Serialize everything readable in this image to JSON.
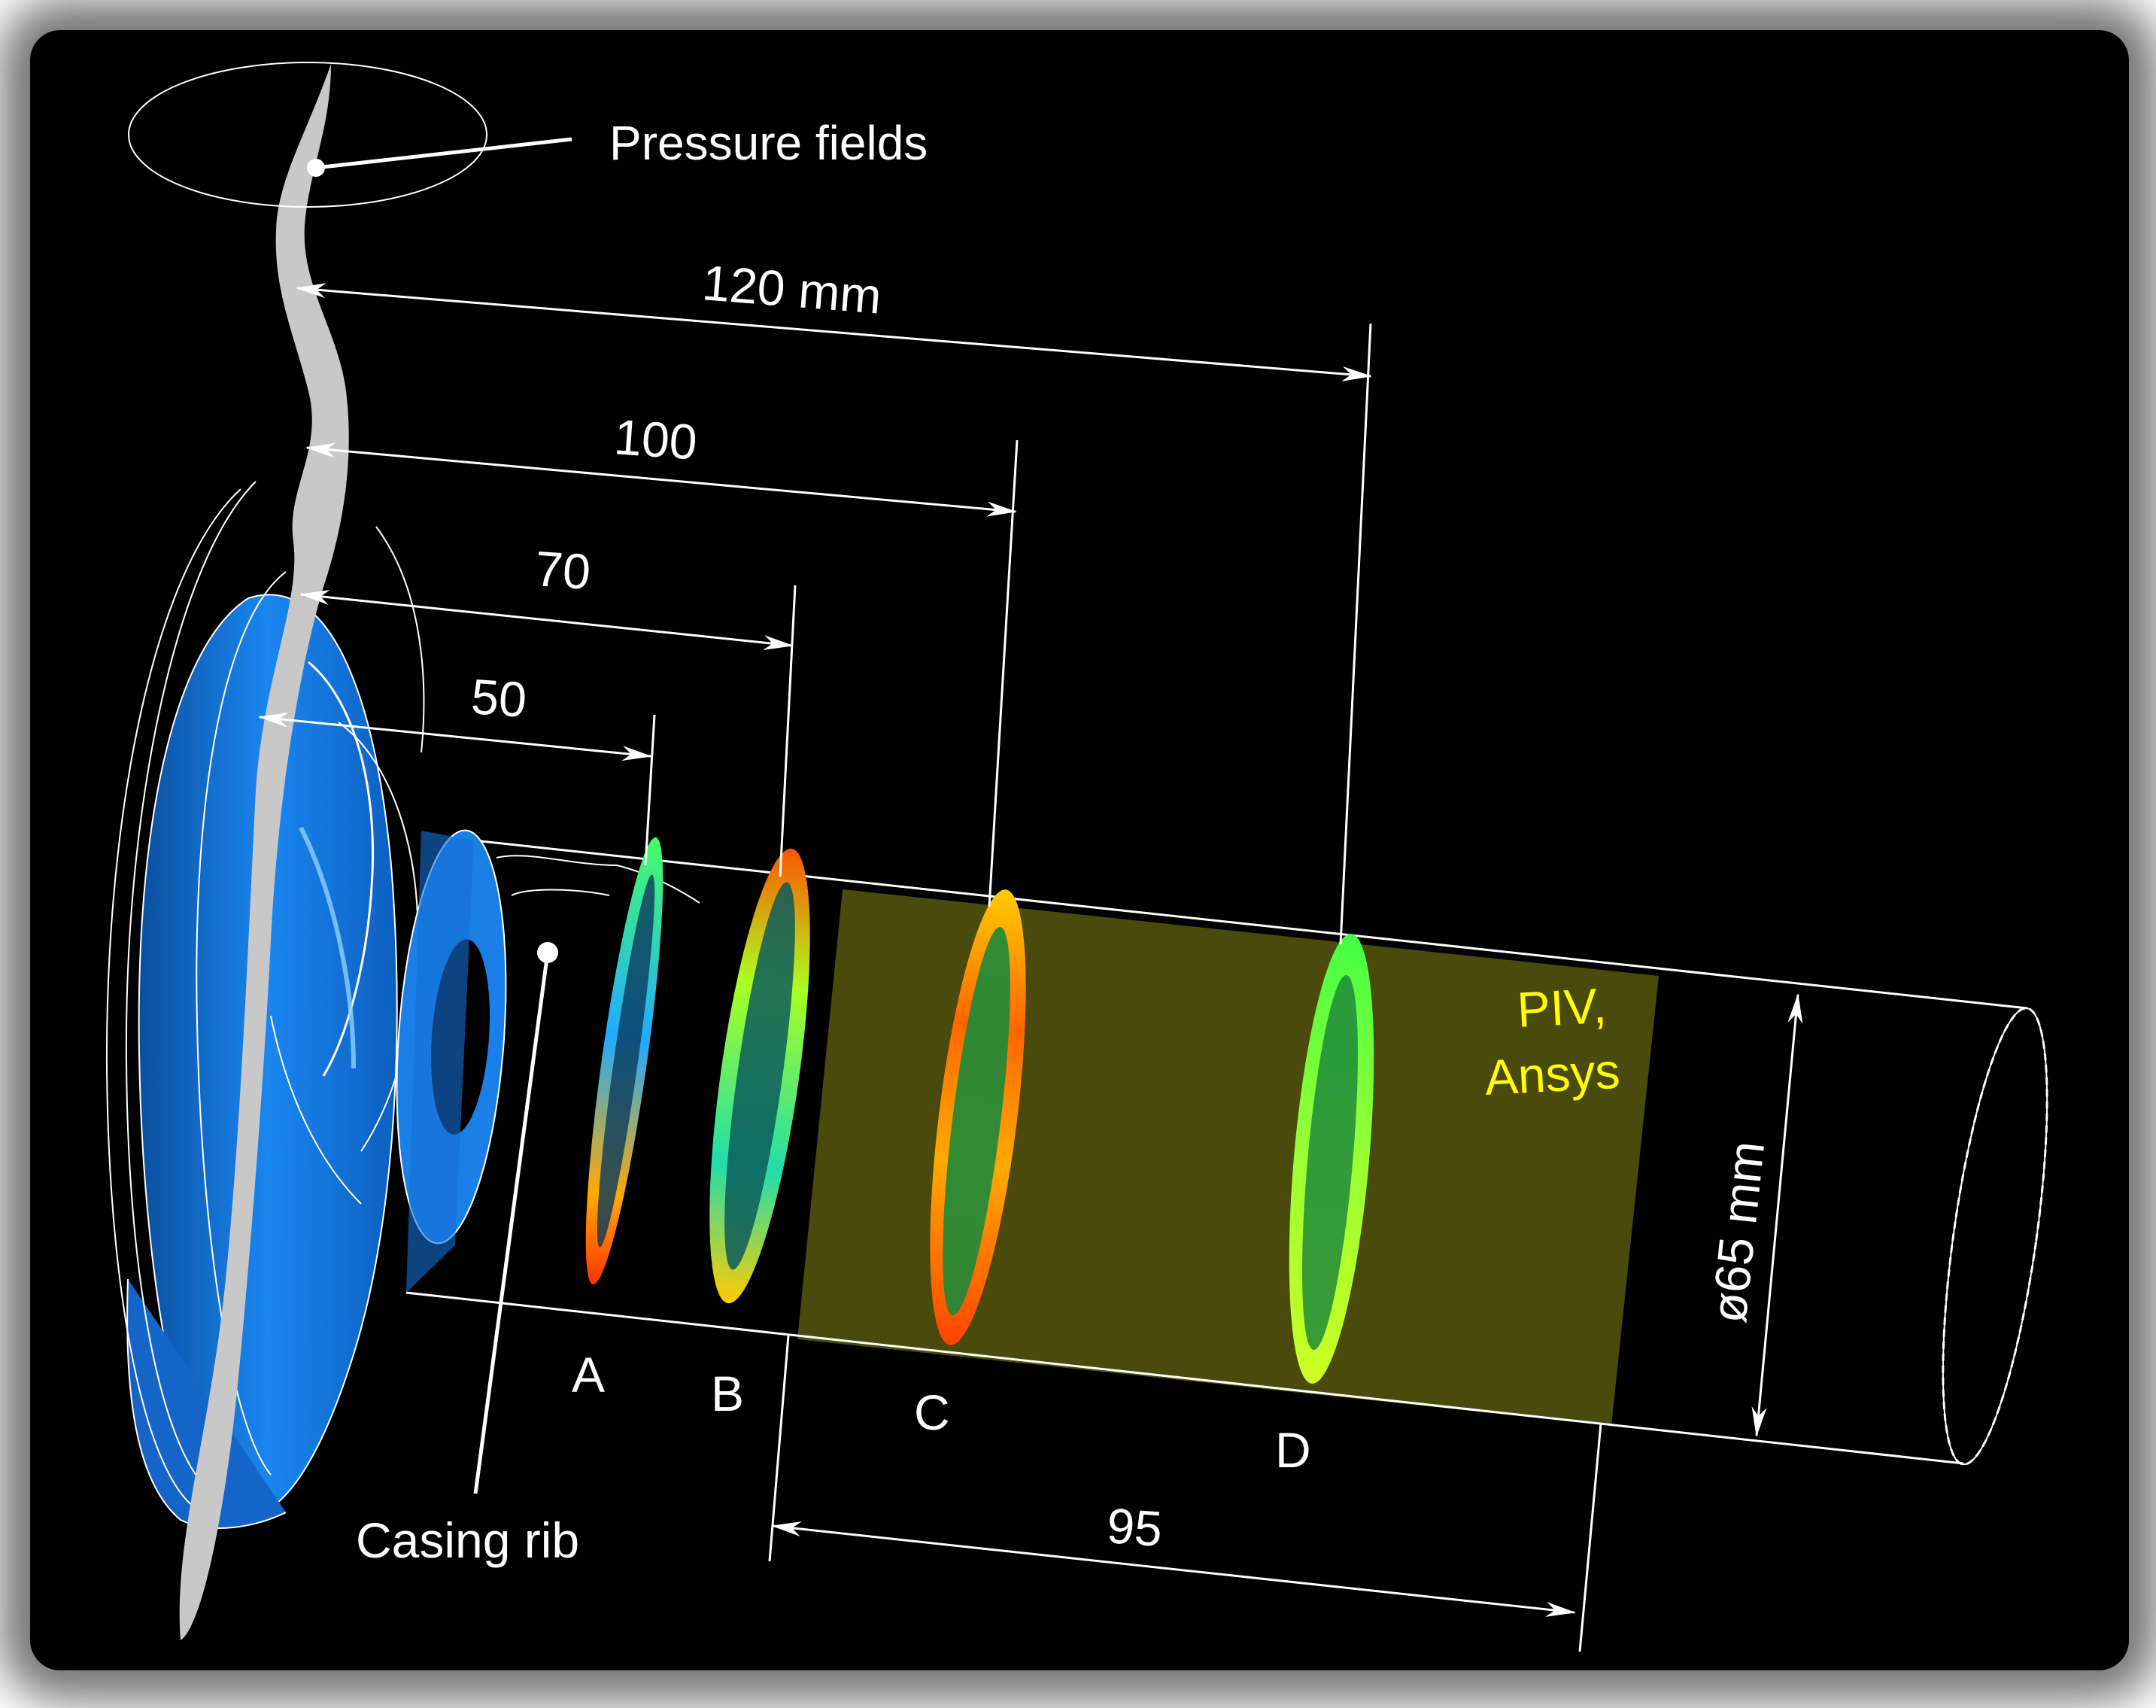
{
  "labels": {
    "pressure_fields": "Pressure fields",
    "casing_rib": "Casing rib",
    "dim_120": "120 mm",
    "dim_100": "100",
    "dim_70": "70",
    "dim_50": "50",
    "dim_95": "95",
    "diameter": "ø65 mm",
    "piv_line1": "PIV,",
    "piv_line2": "Ansys"
  },
  "sections": [
    {
      "id": "A",
      "label": "A"
    },
    {
      "id": "B",
      "label": "B"
    },
    {
      "id": "C",
      "label": "C"
    },
    {
      "id": "D",
      "label": "D"
    }
  ],
  "colors": {
    "background": "#000000",
    "impeller": "#1a7de0",
    "impeller_dark": "#0b4f9e",
    "pressure_plane": "#c8c8c8",
    "piv_region": "#4a4a0c",
    "piv_text": "#ffff00",
    "lines": "#ffffff"
  }
}
